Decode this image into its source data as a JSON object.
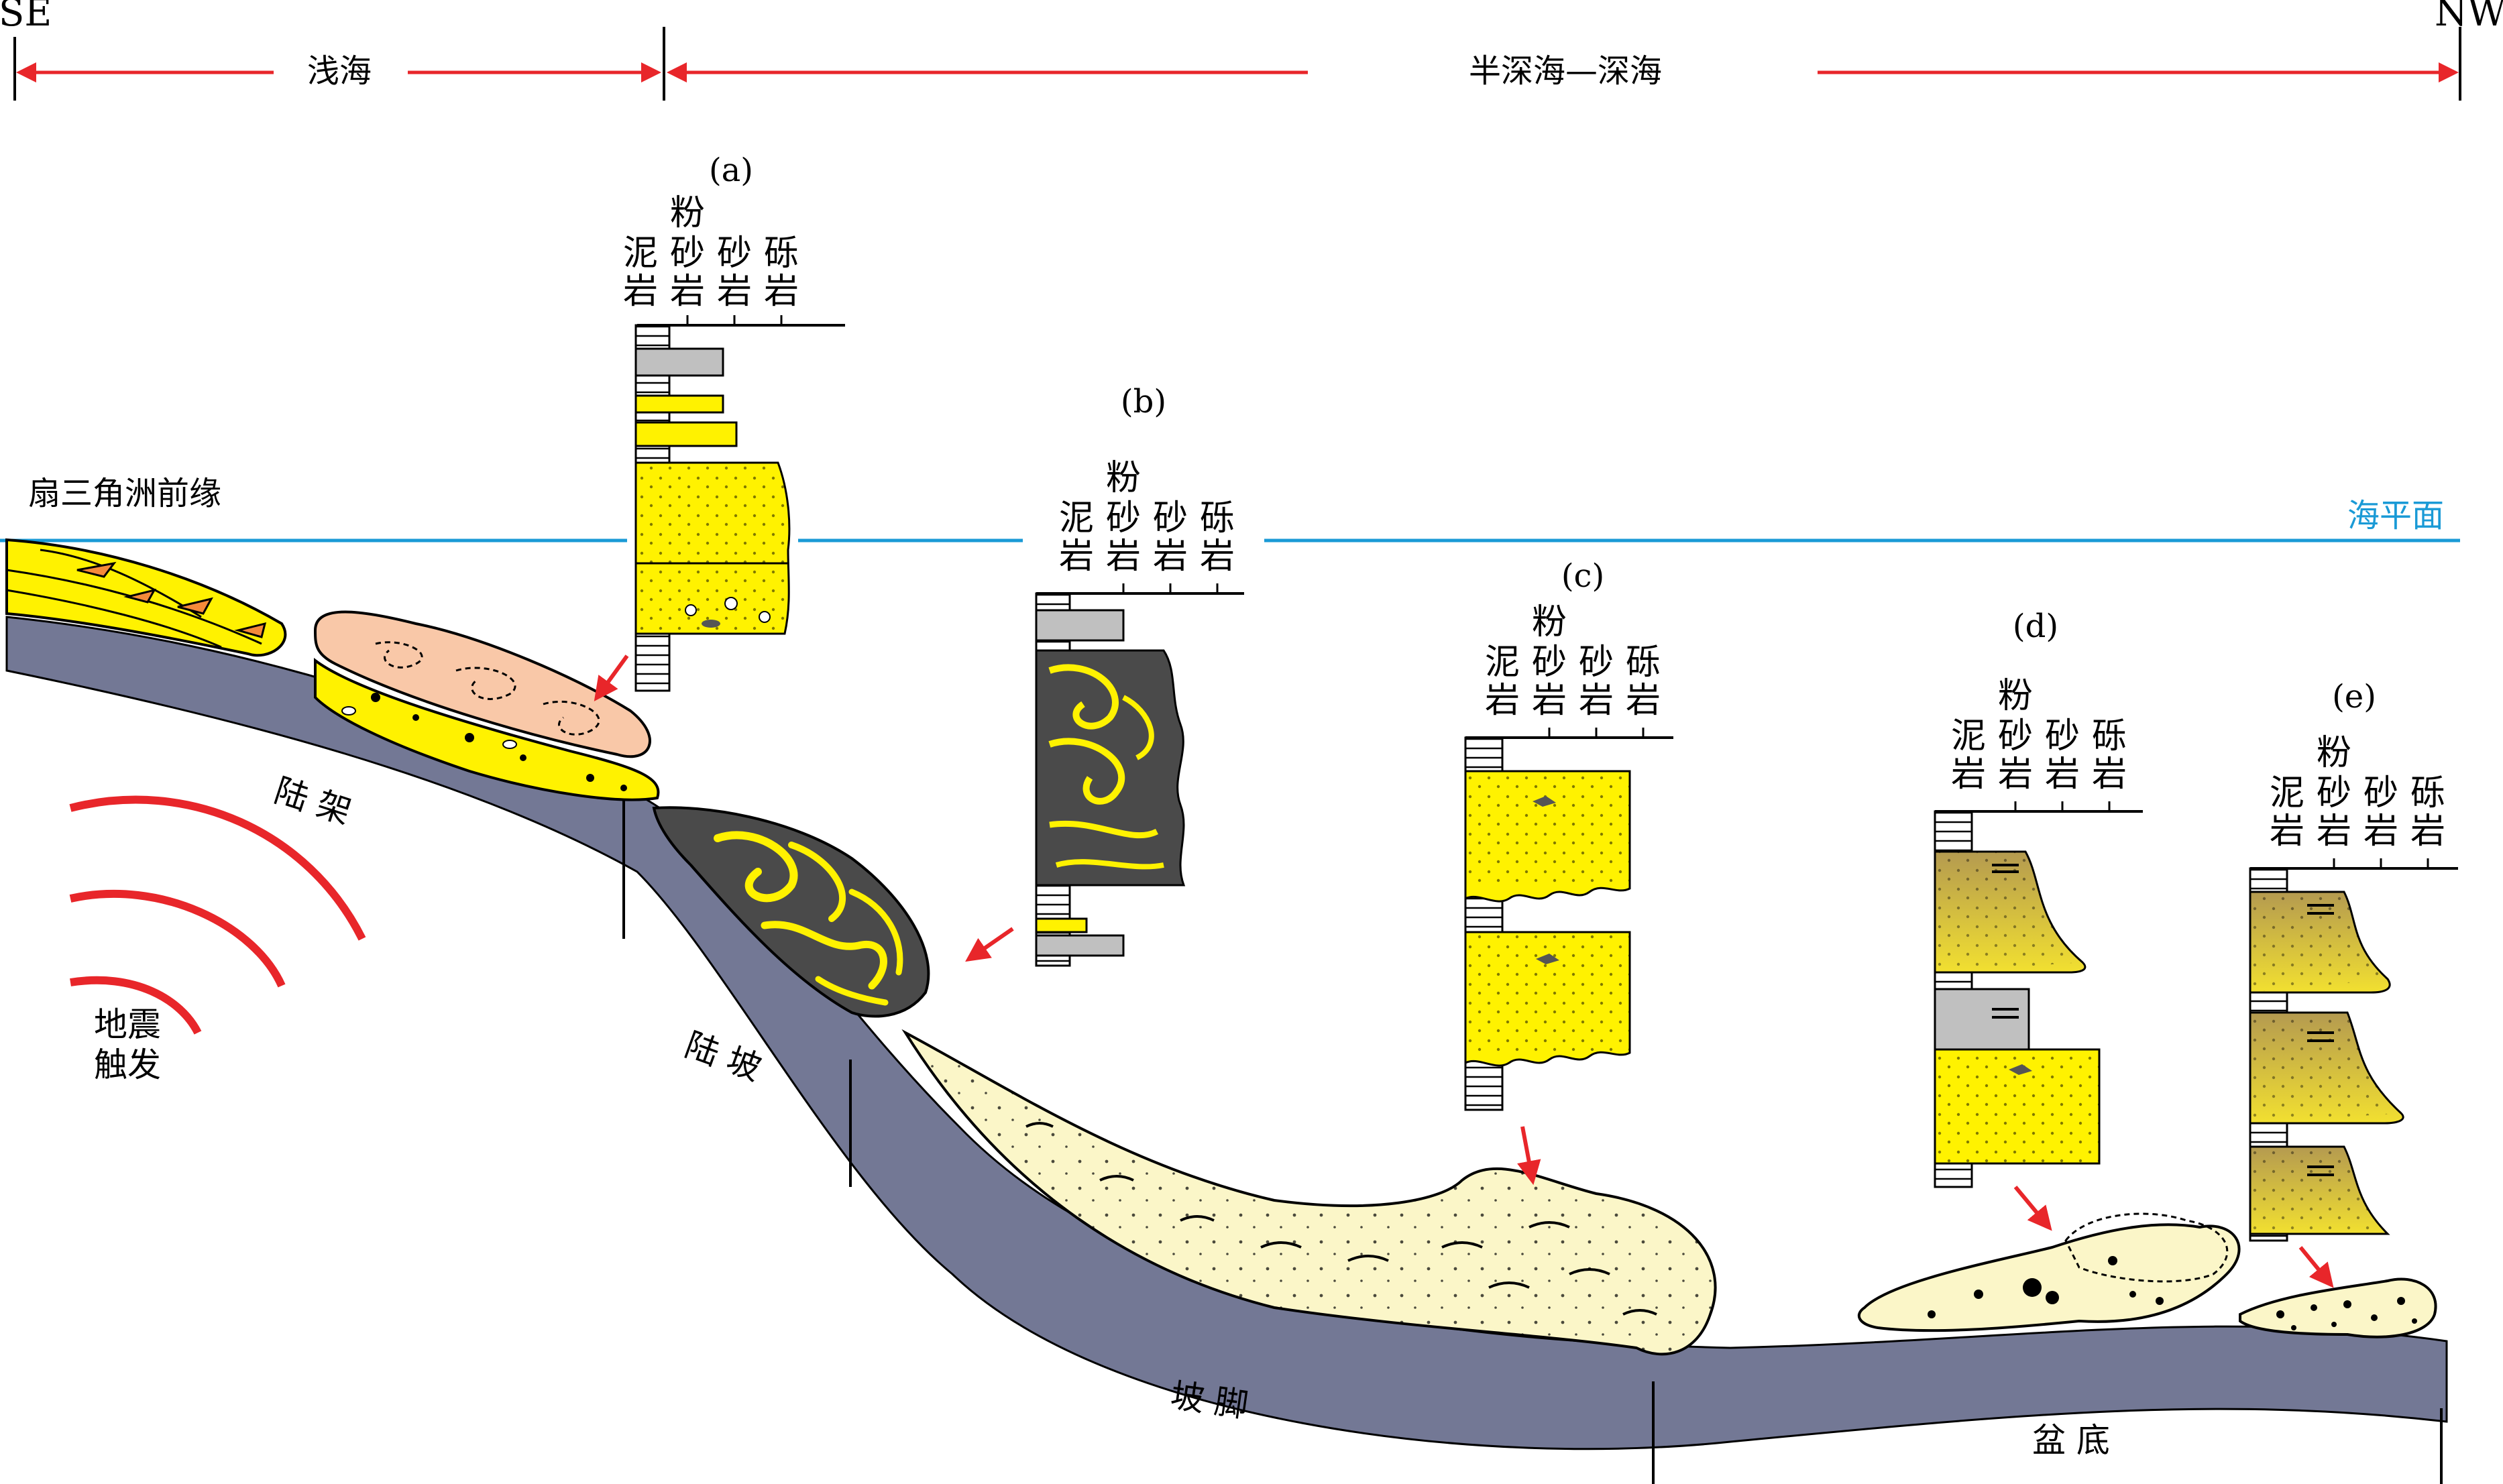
{
  "header": {
    "se": "SE",
    "nw": "NW",
    "shallow_sea": "浅海",
    "deep_sea": "半深海—深海"
  },
  "zones": {
    "fan_delta_front": "扇三角洲前缘",
    "sea_level": "海平面",
    "shelf": "陆 架",
    "slope": "陆 坡",
    "slope_toe": "坡 脚",
    "basin_floor": "盆 底",
    "earthquake_line1": "地震",
    "earthquake_line2": "触发"
  },
  "grain_scale": {
    "mudstone_1": "泥",
    "mudstone_2": "岩",
    "siltstone_0": "粉",
    "siltstone_1": "砂",
    "siltstone_2": "岩",
    "sandstone_1": "砂",
    "sandstone_2": "岩",
    "conglomerate_1": "砾",
    "conglomerate_2": "岩"
  },
  "columns": [
    {
      "id": "a",
      "label": "(a)"
    },
    {
      "id": "b",
      "label": "(b)"
    },
    {
      "id": "c",
      "label": "(c)"
    },
    {
      "id": "d",
      "label": "(d)"
    },
    {
      "id": "e",
      "label": "(e)"
    }
  ],
  "colors": {
    "arrow_red": "#e8262a",
    "sea_level_blue": "#1a9ad6",
    "bedrock": "#737895",
    "sand_yellow": "#fff200",
    "turbidite_cream": "#fbf6c8",
    "slump_dark": "#4a4a4a",
    "slide_pink": "#f9c8a8",
    "debrite_olive": "#cdb85a"
  }
}
